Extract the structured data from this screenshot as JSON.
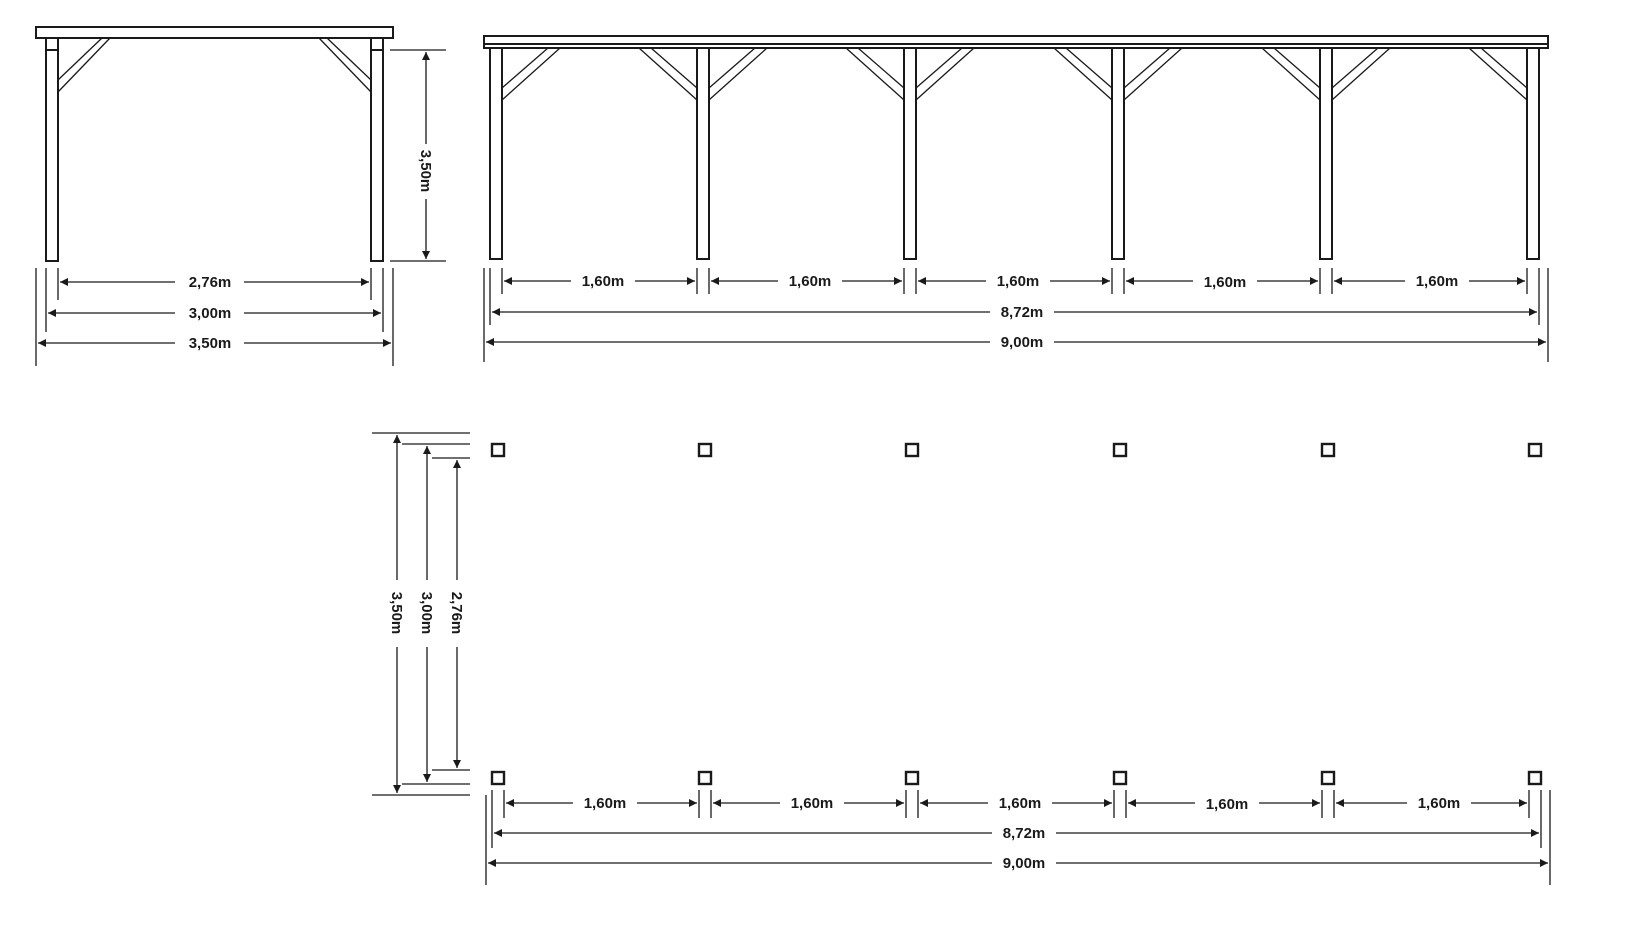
{
  "colors": {
    "line": "#1a1a1a",
    "background": "#ffffff"
  },
  "front_view": {
    "height_label": "3,50m",
    "width_labels": [
      "2,76m",
      "3,00m",
      "3,50m"
    ]
  },
  "side_view": {
    "bay_labels": [
      "1,60m",
      "1,60m",
      "1,60m",
      "1,60m",
      "1,60m"
    ],
    "inner_label": "8,72m",
    "outer_label": "9,00m"
  },
  "plan_view": {
    "depth_labels": [
      "3,50m",
      "3,00m",
      "2,76m"
    ],
    "bay_labels": [
      "1,60m",
      "1,60m",
      "1,60m",
      "1,60m",
      "1,60m"
    ],
    "inner_label": "8,72m",
    "outer_label": "9,00m"
  }
}
